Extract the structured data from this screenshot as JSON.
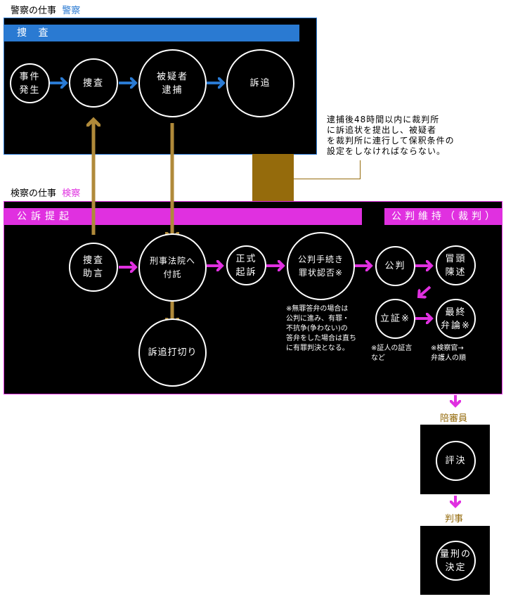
{
  "police": {
    "title": "警察の仕事",
    "tag": "警察",
    "bar": "捜 査",
    "nodes": [
      "事件\n発生",
      "捜査",
      "被疑者\n逮捕",
      "訴追"
    ],
    "note": "逮捕後48時間以内に裁判所\nに訴追状を提出し、被疑者\nを裁判所に連行して保釈条件の\n設定をしなければならない。"
  },
  "prosecution": {
    "title": "検察の仕事",
    "tag": "検察",
    "bar_left": "公訴提起",
    "bar_right": "公判維持（裁判）",
    "nodes": {
      "advice": "捜査\n助言",
      "committal": "刑事法院へ\n付託",
      "indictment": "正式\n起訴",
      "arraignment": "公判手続き\n罪状認否※",
      "trial": "公判",
      "opening": "冒頭\n陳述",
      "proof": "立証※",
      "closing": "最終\n弁論※",
      "discontinue": "訴追打切り"
    },
    "notes": {
      "arraignment": "※無罪答弁の場合は\n公判に進み、有罪・\n不抗争(争わない)の\n答弁をした場合は直ち\nに有罪判決となる。",
      "proof": "※証人の証言\nなど",
      "closing": "※検察官→\n弁護人の順"
    }
  },
  "jury": {
    "label": "陪審員",
    "node": "評決"
  },
  "judge": {
    "label": "判事",
    "node": "量刑の\n決定"
  },
  "colors": {
    "blue": "#2a7ad2",
    "magenta": "#e030e0",
    "gold": "#a0781e"
  }
}
